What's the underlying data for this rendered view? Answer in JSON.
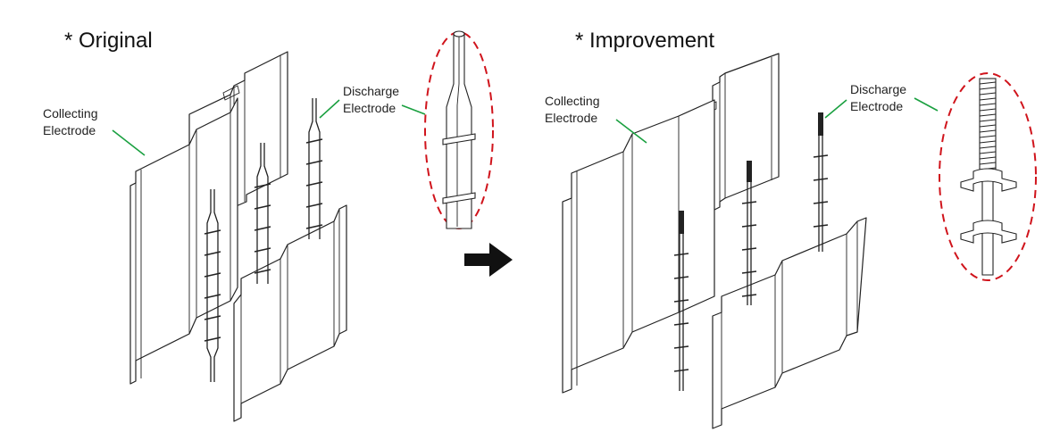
{
  "panels": [
    {
      "heading": "* Original",
      "collecting_label": [
        "Collecting",
        "Electrode"
      ],
      "discharge_label": [
        "Discharge",
        "Electrode"
      ]
    },
    {
      "heading": "* Improvement",
      "collecting_label": [
        "Collecting",
        "Electrode"
      ],
      "discharge_label": [
        "Discharge",
        "Electrode"
      ]
    }
  ],
  "colors": {
    "leader_line": "#1aa040",
    "detail_circle": "#d0141c",
    "arrow": "#111111",
    "line_art": "#222222"
  },
  "icons": {
    "transition": "right-arrow-icon"
  }
}
